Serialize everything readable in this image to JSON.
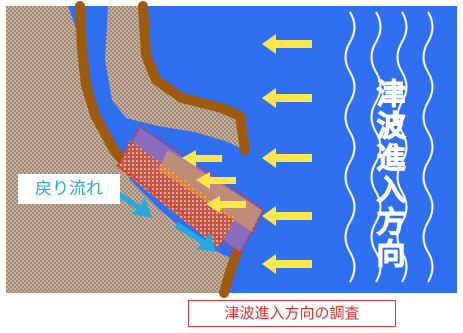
{
  "labels": {
    "return_flow": "戻り流れ",
    "caption": "津波進入方向の調査",
    "direction_chars": [
      "津",
      "波",
      "進",
      "入",
      "方",
      "向"
    ]
  },
  "colors": {
    "sea": "#2f6ff0",
    "land": "#b49a86",
    "embankment": "#9e5b10",
    "wave_lines": "#ffffff",
    "arrow": "#ffe64a",
    "accent_red": "#e03030",
    "return_arrow": "#29a8e0"
  },
  "icons": [
    "left-arrow-icon",
    "return-flow-arrow-icon",
    "wave-line-icon"
  ]
}
